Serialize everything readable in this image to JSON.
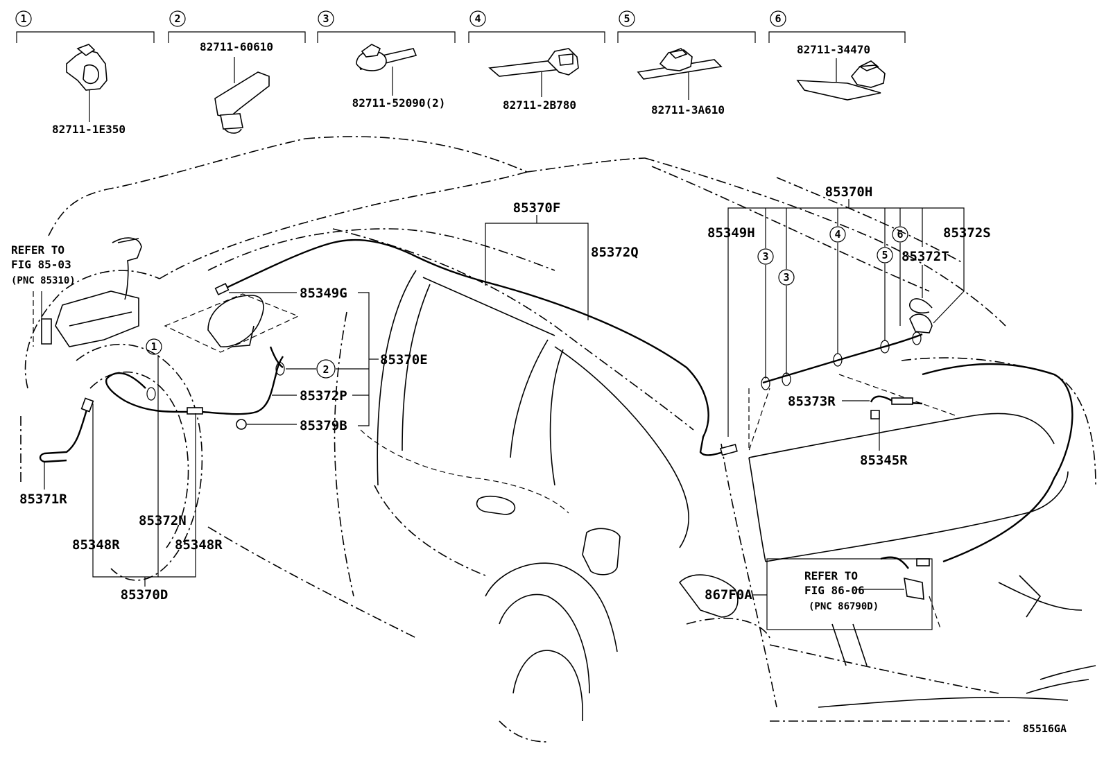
{
  "clip_variants": [
    {
      "index": "1",
      "part_number": "82711-1E350"
    },
    {
      "index": "2",
      "part_number": "82711-60610"
    },
    {
      "index": "3",
      "part_number": "82711-52090(2)"
    },
    {
      "index": "4",
      "part_number": "82711-2B780"
    },
    {
      "index": "5",
      "part_number": "82711-3A610"
    },
    {
      "index": "6",
      "part_number": "82711-34470"
    }
  ],
  "callouts": {
    "c85370F": "85370F",
    "c85372Q": "85372Q",
    "c85370H": "85370H",
    "c85349H": "85349H",
    "c85372S": "85372S",
    "c85372T": "85372T",
    "c85349G": "85349G",
    "c85370E": "85370E",
    "c85372P": "85372P",
    "c85379B": "85379B",
    "c85373R": "85373R",
    "c85345R": "85345R",
    "c85371R": "85371R",
    "c85372N": "85372N",
    "c85348R_left": "85348R",
    "c85348R_right": "85348R",
    "c85370D": "85370D",
    "c867F0A": "867F0A"
  },
  "ref_front": {
    "line1": "REFER TO",
    "line2": "FIG 85-03",
    "line3": "(PNC 85310)"
  },
  "ref_rear": {
    "line1": "REFER TO",
    "line2": "FIG 86-06",
    "line3": "(PNC 86790D)"
  },
  "circle_labels": {
    "front_fender": "1",
    "mirror": "2",
    "rear_a": "3",
    "rear_b": "3",
    "rear_c": "4",
    "rear_d": "5",
    "rear_e": "6"
  },
  "diagram_code": "85516GA"
}
